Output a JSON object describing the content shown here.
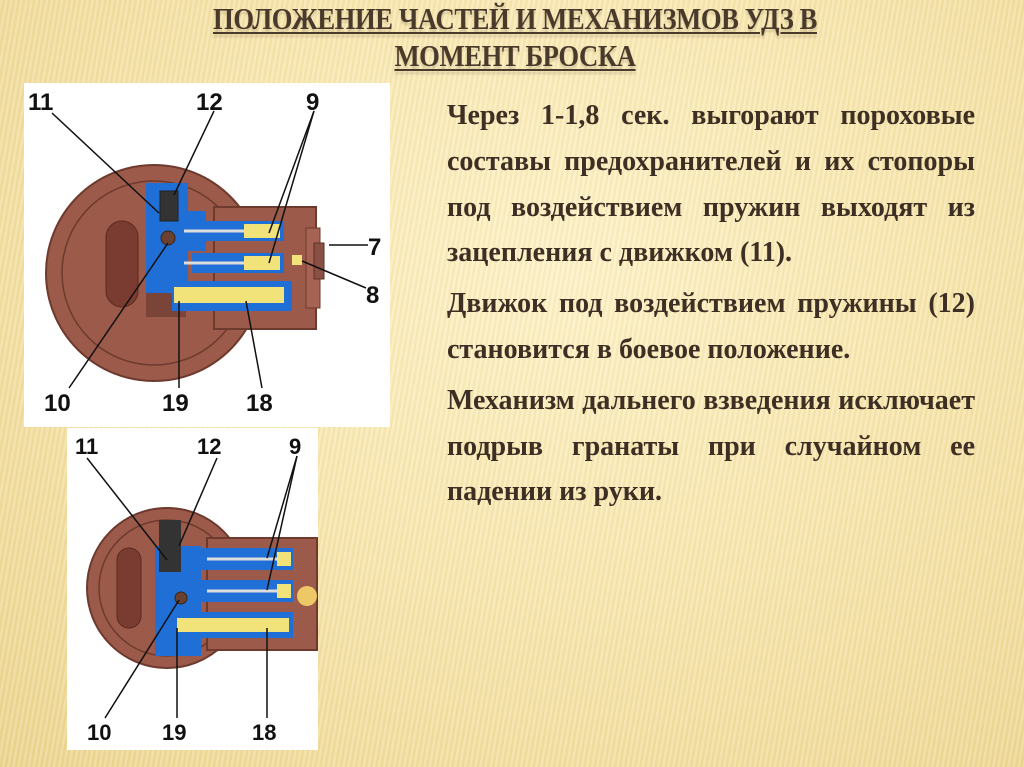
{
  "slide": {
    "title": "ПОЛОЖЕНИЕ ЧАСТЕЙ И МЕХАНИЗМОВ УДЗ В МОМЕНТ БРОСКА",
    "paragraphs": [
      "Через 1-1,8 сек. выгорают пороховые составы предохранителей и их стопоры под воздействием пружин выходят из зацепления с движком (11).",
      "Движок под воздействием пружины (12) становится в боевое положение.",
      "Механизм дальнего взведения исключает подрыв гранаты при случайном ее падении из руки."
    ],
    "colors": {
      "background": "#f7e6ae",
      "text": "#3e2f24",
      "fuze_body": "#9b5a4a",
      "slider_blue": "#1f6fd6",
      "pin_yellow": "#f2e27a"
    }
  },
  "diagram_top": {
    "labels": {
      "l11": "11",
      "l12": "12",
      "l9": "9",
      "l7": "7",
      "l8": "8",
      "l10": "10",
      "l19": "19",
      "l18": "18"
    }
  },
  "diagram_bottom": {
    "labels": {
      "l11": "11",
      "l12": "12",
      "l9": "9",
      "l10": "10",
      "l19": "19",
      "l18": "18"
    }
  }
}
